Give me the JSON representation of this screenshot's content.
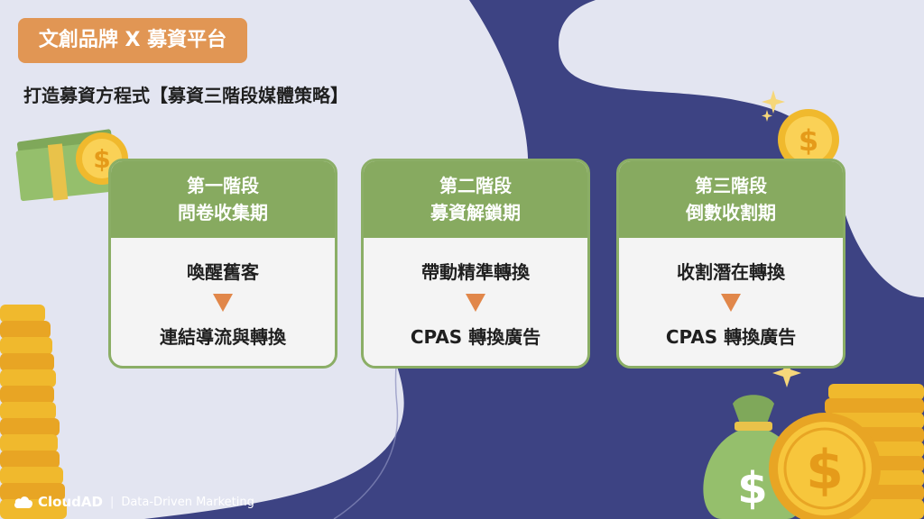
{
  "header": {
    "tag_label": "文創品牌 X 募資平台",
    "subtitle": "打造募資方程式【募資三階段媒體策略】"
  },
  "stages": [
    {
      "stage": "第一階段",
      "period": "問卷收集期",
      "step1": "喚醒舊客",
      "step2": "連結導流與轉換"
    },
    {
      "stage": "第二階段",
      "period": "募資解鎖期",
      "step1": "帶動精準轉換",
      "step2": "CPAS 轉換廣告"
    },
    {
      "stage": "第三階段",
      "period": "倒數收割期",
      "step1": "收割潛在轉換",
      "step2": "CPAS 轉換廣告"
    }
  ],
  "footer": {
    "brand": "CloudAD",
    "tagline": "Data-Driven Marketing"
  },
  "icons": {
    "money_left": "cash-stack-icon",
    "coin": "dollar-coin-icon",
    "money_bag": "money-bag-icon",
    "sparkle": "sparkle-icon",
    "coin_stack": "coin-stack-icon"
  },
  "colors": {
    "background": "#3d4383",
    "light_shape": "#e3e5f1",
    "tag": "#e19654",
    "card_header": "#87aa60",
    "arrow": "#e1874a"
  }
}
